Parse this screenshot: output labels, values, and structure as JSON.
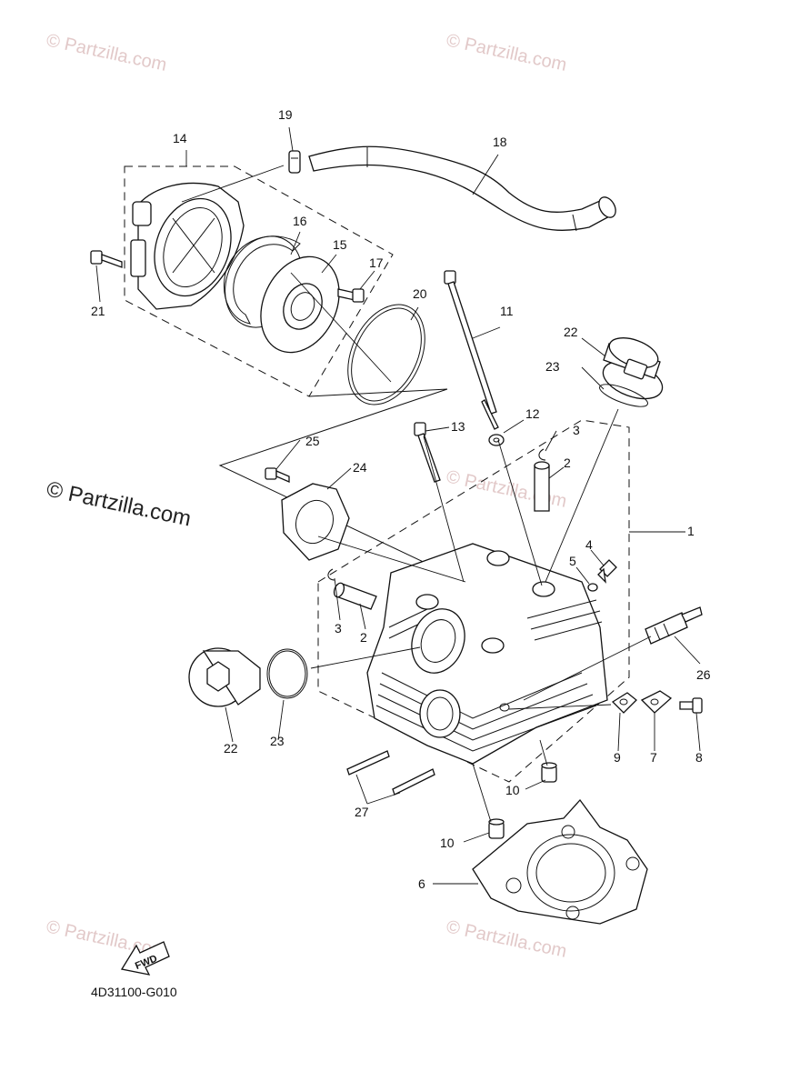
{
  "watermarks": {
    "small": "© Partzilla.com",
    "center": "© Partzilla.com"
  },
  "diagram_code": "4D31100-G010",
  "fwd_label": "FWD",
  "callouts": {
    "c1": "1",
    "c2a": "2",
    "c2b": "2",
    "c3a": "3",
    "c3b": "3",
    "c4": "4",
    "c5": "5",
    "c6": "6",
    "c7": "7",
    "c8": "8",
    "c9": "9",
    "c10a": "10",
    "c10b": "10",
    "c11": "11",
    "c12": "12",
    "c13": "13",
    "c14": "14",
    "c15": "15",
    "c16": "16",
    "c17": "17",
    "c18": "18",
    "c19": "19",
    "c20": "20",
    "c21": "21",
    "c22a": "22",
    "c22b": "22",
    "c23a": "23",
    "c23b": "23",
    "c24": "24",
    "c25": "25",
    "c26": "26",
    "c27": "27"
  }
}
